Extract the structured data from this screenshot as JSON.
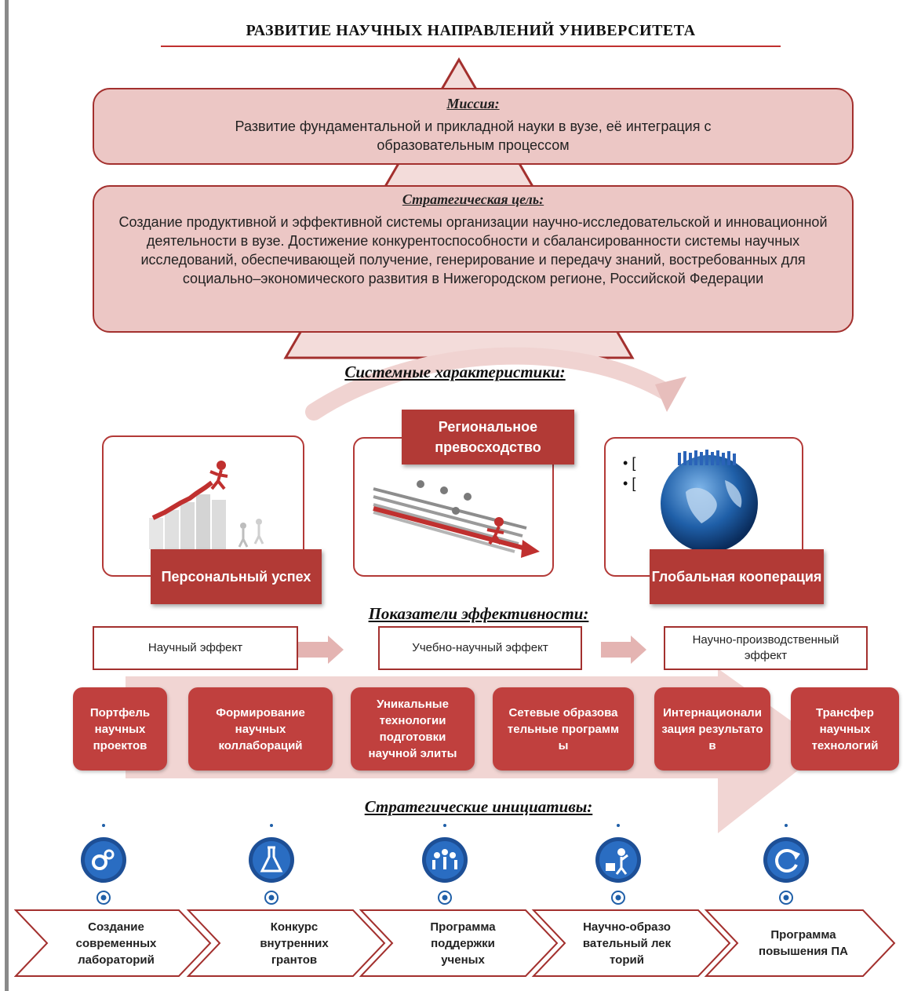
{
  "page": {
    "title": "РАЗВИТИЕ НАУЧНЫХ НАПРАВЛЕНИЙ УНИВЕРСИТЕТА"
  },
  "mission": {
    "heading": "Миссия:",
    "text": "Развитие фундаментальной и прикладной науки в вузе, её интеграция с образовательным процессом"
  },
  "strategic_goal": {
    "heading": "Стратегическая цель:",
    "text": "Создание продуктивной и эффективной системы организации научно-исследовательской и инновационной деятельности в вузе. Достижение конкурентоспособности и сбалансированности системы научных исследований, обеспечивающей получение, генерирование и передачу знаний, востребованных для социально–экономического развития в Нижегородском регионе, Российской Федерации"
  },
  "system_characteristics": {
    "heading": "Системные характеристики:",
    "items": [
      {
        "label": "Персональный успех",
        "icon": "stairs-success-icon"
      },
      {
        "label": "Региональное превосходство",
        "icon": "race-arrows-icon"
      },
      {
        "label": "Глобальная кооперация",
        "icon": "globe-people-icon"
      }
    ],
    "globe_bullets": [
      "[",
      "["
    ]
  },
  "performance_indicators": {
    "heading": "Показатели эффективности:",
    "effects": [
      "Научный эффект",
      "Учебно-научный эффект",
      "Научно-производственный эффект"
    ],
    "metrics": [
      "Портфель научных проектов",
      "Формирование научных коллабораций",
      "Уникальные технологии подготовки научной элиты",
      "Сетевые образовательные программы",
      "Интернационализация результатов",
      "Трансфер научных технологий"
    ]
  },
  "strategic_initiatives": {
    "heading": "Стратегические инициативы:",
    "items": [
      {
        "label": "Создание современных лабораторий",
        "icon": "gears-icon"
      },
      {
        "label": "Конкурс внутренних грантов",
        "icon": "flask-icon"
      },
      {
        "label": "Программа поддержки ученых",
        "icon": "people-group-icon"
      },
      {
        "label": "Научно-образовательный лекторий",
        "icon": "lecturer-icon"
      },
      {
        "label": "Программа повышения ПА",
        "icon": "cycle-icon"
      }
    ]
  },
  "colors": {
    "accent_red": "#b23a36",
    "pink_fill": "#ecc7c5",
    "icon_blue": "#1f5fa8"
  }
}
